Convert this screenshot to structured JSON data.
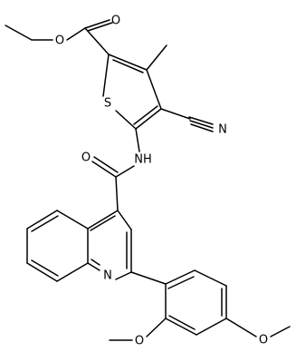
{
  "structure": {
    "atom_labels": {
      "ester_carbonyl_o": "O",
      "ester_ether_o": "O",
      "thiophene_s": "S",
      "nitrile_n": "N",
      "amide_nh": "NH",
      "amide_o": "O",
      "quinoline_n": "N",
      "methoxy_o_left": "O",
      "methoxy_o_right": "O"
    },
    "colors": {
      "bond": "#000000",
      "label": "#000000",
      "background": "#ffffff"
    }
  }
}
